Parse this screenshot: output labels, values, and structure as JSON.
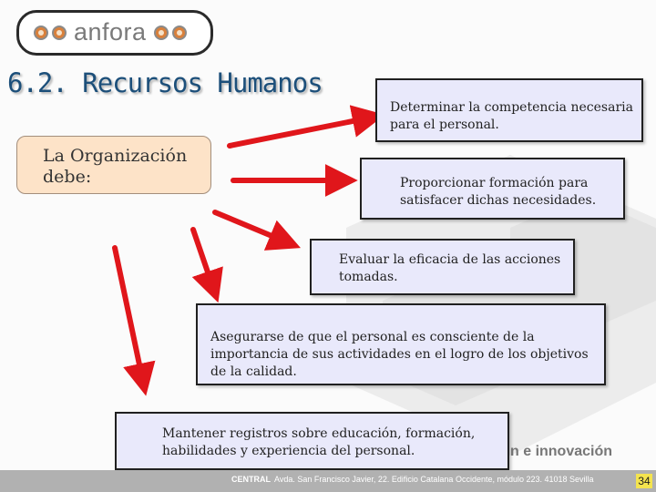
{
  "logo": {
    "text": "anfora"
  },
  "title": "6.2. Recursos Humanos",
  "organization": {
    "label": "La Organización debe:"
  },
  "items": [
    {
      "text": "Determinar la competencia necesaria para el personal."
    },
    {
      "text": "Proporcionar formación para satisfacer dichas necesidades."
    },
    {
      "text": "Evaluar la eficacia de las acciones tomadas."
    },
    {
      "text": "Asegurarse de que el personal es consciente de la importancia de sus actividades en el logro de los objetivos de la calidad."
    },
    {
      "text": "Mantener registros sobre educación, formación, habilidades y experiencia del personal."
    }
  ],
  "footer": {
    "brand": "CENTRAL",
    "address": "Avda. San Francisco Javier, 22. Edificio Catalana Occidente, módulo 223. 41018 Sevilla",
    "slogan": "n e innovación"
  },
  "page_number": "34",
  "colors": {
    "title": "#1c4f7a",
    "arrow": "#e0161b",
    "box_fill": "#e9e9fb",
    "org_fill": "#fde3c8",
    "logo_accent": "#d9803b"
  }
}
